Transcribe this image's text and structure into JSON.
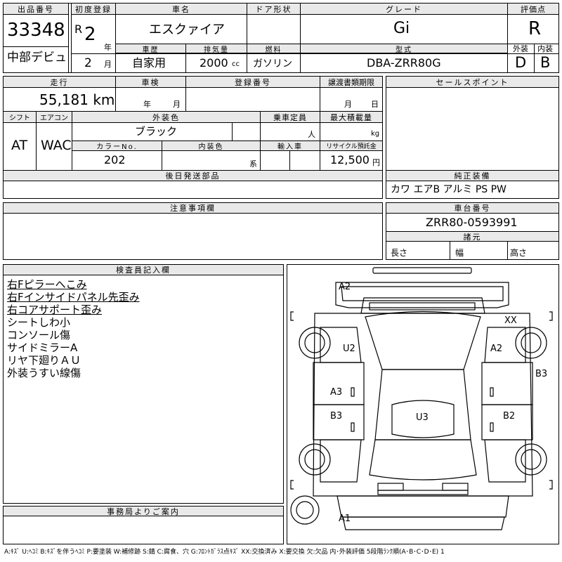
{
  "top": {
    "lot_label": "出品番号",
    "lot_no": "33348",
    "debut": "中部デビュ",
    "reg_label": "初度登録",
    "era": "R",
    "year": "2",
    "year_unit": "年",
    "month": "2",
    "month_unit": "月",
    "name_label": "車名",
    "name": "エスクァイア",
    "door_label": "ドア形状",
    "grade_label": "グレード",
    "grade": "Gi",
    "score_label": "評価点",
    "score": "R",
    "history_label": "車歴",
    "history": "自家用",
    "displacement_label": "排気量",
    "displacement": "2000",
    "displacement_unit": "cc",
    "fuel_label": "燃料",
    "fuel": "ガソリン",
    "model_label": "型式",
    "model": "DBA-ZRR80G",
    "ext_label": "外装",
    "int_label": "内装",
    "ext": "D",
    "int": "B"
  },
  "mid": {
    "mileage_label": "走行",
    "mileage": "55,181 km",
    "inspection_label": "車検",
    "inspection_year_unit": "年",
    "inspection_month_unit": "月",
    "plate_label": "登録番号",
    "transfer_label": "譲渡書類期限",
    "transfer_month_unit": "月",
    "transfer_day_unit": "日",
    "shift_label": "シフト",
    "ac_label": "エアコン",
    "shift": "AT",
    "ac": "WAC",
    "color_label": "外装色",
    "color": "ブラック",
    "capacity_label": "乗車定員",
    "capacity_unit": "人",
    "load_label": "最大積載量",
    "load_unit": "kg",
    "colorno_label": "カラーNo.",
    "colorno": "202",
    "intcolor_label": "内装色",
    "intcolor_unit": "系",
    "import_label": "輸入車",
    "recycle_label": "リサイクル預託金",
    "recycle": "12,500",
    "recycle_unit": "円",
    "later_label": "後日発送部品",
    "sales_label": "セールスポイント",
    "equip_label": "純正装備",
    "equip": "カワ エアB アルミ PS PW"
  },
  "notes": {
    "caution_label": "注意事項欄",
    "chassis_label": "車台番号",
    "chassis": "ZRR80-0593991",
    "dims_label": "諸元",
    "length": "長さ",
    "width": "幅",
    "height": "高さ"
  },
  "inspector": {
    "label": "検査員記入欄",
    "items": [
      {
        "text": "右Fピラーへこみ"
      },
      {
        "text": "右Fインサイドパネル先歪み"
      },
      {
        "text": "右コアサポート歪み"
      },
      {
        "text": "シートしわ小"
      },
      {
        "text": "コンソール傷"
      },
      {
        "text": "サイドミラーA"
      },
      {
        "text": "リヤ下廻りＡＵ"
      },
      {
        "text": "外装うすい線傷"
      }
    ]
  },
  "office": {
    "label": "事務局よりご案内"
  },
  "diagram_marks": {
    "a2_top": "A2",
    "u2": "U2",
    "a2_right": "A2",
    "xx": "XX",
    "b3_right": "B3",
    "a3": "A3",
    "b3_left": "B3",
    "u3": "U3",
    "b2": "B2",
    "a1": "A1"
  },
  "legend": "A:ｷｽﾞ U:ﾍｺﾐ B:ｷｽﾞを伴うﾍｺﾐ P:要塗装 W:補修跡 S:錆 C:腐食、穴 G:ﾌﾛﾝﾄｶﾞﾗｽ点ｷｽﾞ XX:交換済み X:要交換 欠:欠品 内･外装評価 5段階ﾗﾝｸ順(A･B･C･D･E) 1"
}
